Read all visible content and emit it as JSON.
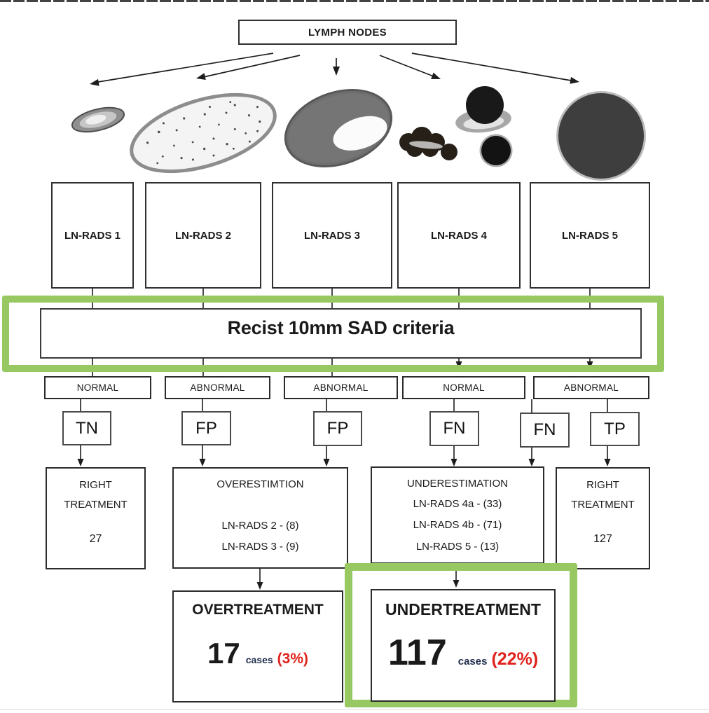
{
  "header": {
    "title": "LYMPH NODES"
  },
  "ln_rads": {
    "labels": [
      "LN-RADS 1",
      "LN-RADS 2",
      "LN-RADS 3",
      "LN-RADS 4",
      "LN-RADS 5"
    ]
  },
  "criteria": {
    "label": "Recist 10mm SAD criteria"
  },
  "recist_results": {
    "labels": [
      "NORMAL",
      "ABNORMAL",
      "ABNORMAL",
      "NORMAL",
      "ABNORMAL"
    ]
  },
  "classifications": {
    "labels": [
      "TN",
      "FP",
      "FP",
      "FN",
      "FN",
      "TP"
    ]
  },
  "outcomes": {
    "right_treatment_left": {
      "title_line1": "RIGHT",
      "title_line2": "TREATMENT",
      "count": "27"
    },
    "overestimation": {
      "title": "OVERESTIMTION",
      "items": [
        "LN-RADS 2 - (8)",
        "LN-RADS 3 - (9)"
      ]
    },
    "underestimation": {
      "title": "UNDERESTIMATION",
      "items": [
        "LN-RADS 4a - (33)",
        "LN-RADS 4b - (71)",
        "LN-RADS 5 - (13)"
      ]
    },
    "right_treatment_right": {
      "title_line1": "RIGHT",
      "title_line2": "TREATMENT",
      "count": "127"
    }
  },
  "totals": {
    "overtreatment": {
      "title": "OVERTREATMENT",
      "count": "17",
      "unit": "cases",
      "percent": "(3%)"
    },
    "undertreatment": {
      "title": "UNDERTREATMENT",
      "count": "117",
      "unit": "cases",
      "percent": "(22%)"
    }
  },
  "colors": {
    "highlight_green": "#98c861",
    "alert_red": "#e0231e",
    "unit_navy": "#1f2d4d",
    "line_black": "#1d1d1d"
  },
  "illustrations": {
    "names": [
      "lymph-node-illustration-1-small-oval",
      "lymph-node-illustration-2-large-speckled-oval",
      "lymph-node-illustration-3-dark-oval-fatty-hilum",
      "lymph-node-illustration-4-irregular-cluster",
      "lymph-node-illustration-5-large-round-dark"
    ]
  }
}
